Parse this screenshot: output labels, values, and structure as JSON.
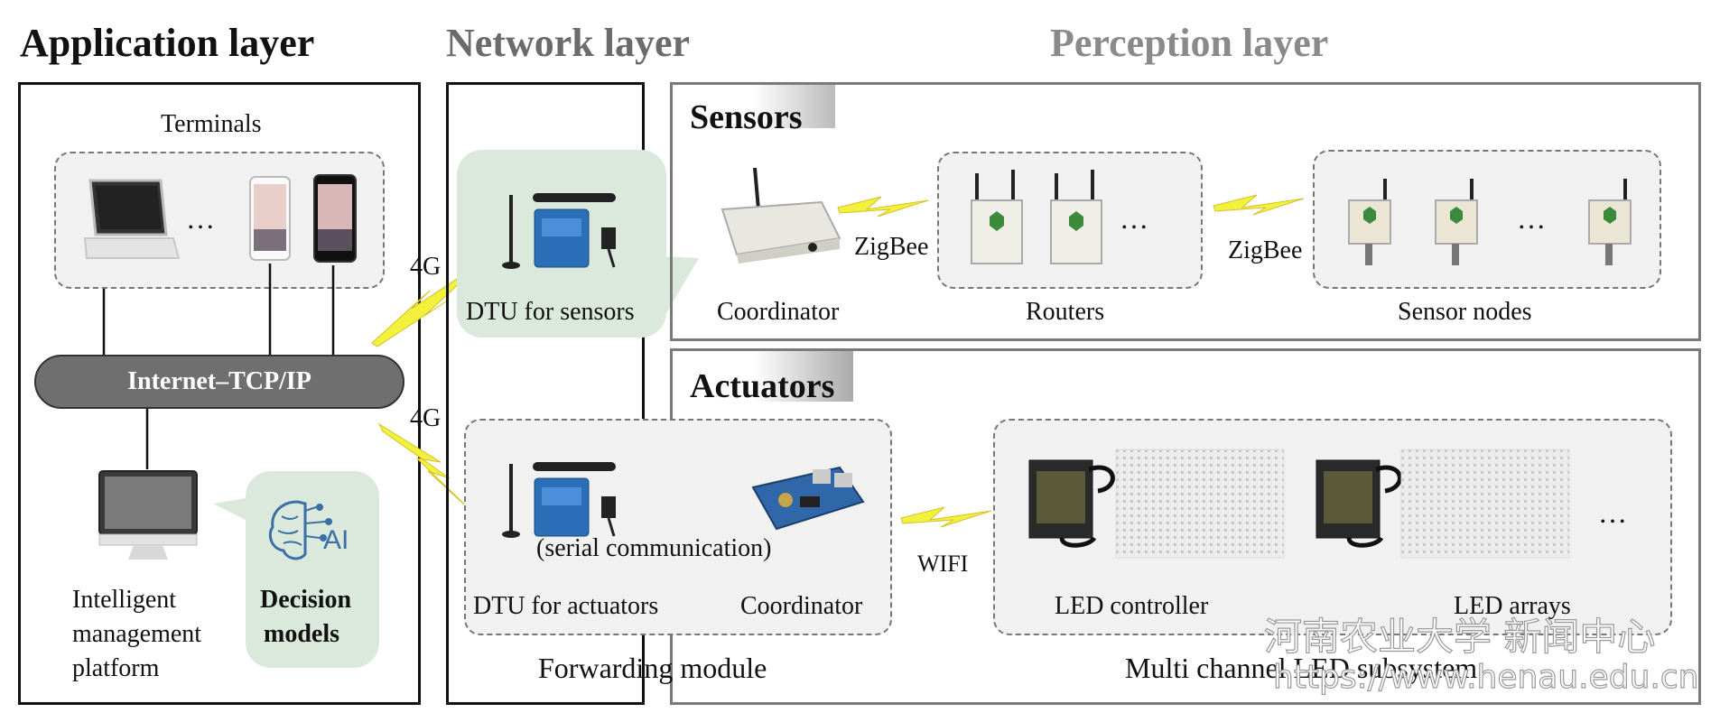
{
  "layers": {
    "application": "Application layer",
    "network": "Network layer",
    "perception": "Perception layer"
  },
  "application": {
    "terminals_label": "Terminals",
    "ellipsis": "…",
    "internet_label": "Internet–TCP/IP",
    "platform_label_1": "Intelligent",
    "platform_label_2": "management",
    "platform_label_3": "platform",
    "ai_label": "AI",
    "decision_1": "Decision",
    "decision_2": "models"
  },
  "network": {
    "link_4g_top": "4G",
    "link_4g_bottom": "4G",
    "dtu_sensors": "DTU for sensors",
    "dtu_actuators": "DTU for actuators"
  },
  "sensors": {
    "title": "Sensors",
    "coordinator": "Coordinator",
    "zigbee_1": "ZigBee",
    "zigbee_2": "ZigBee",
    "routers": "Routers",
    "sensor_nodes": "Sensor nodes",
    "ellipsis_routers": "…",
    "ellipsis_nodes": "…"
  },
  "actuators": {
    "title": "Actuators",
    "serial": "(serial communication)",
    "coordinator": "Coordinator",
    "forwarding": "Forwarding module",
    "wifi": "WIFI",
    "led_controller": "LED controller",
    "led_arrays": "LED arrays",
    "ellipsis": "…",
    "subsystem": "Multi channel LED subsystem"
  },
  "watermark": {
    "line1": "河南农业大学 新闻中心",
    "line2": "https://www.henau.edu.cn"
  }
}
